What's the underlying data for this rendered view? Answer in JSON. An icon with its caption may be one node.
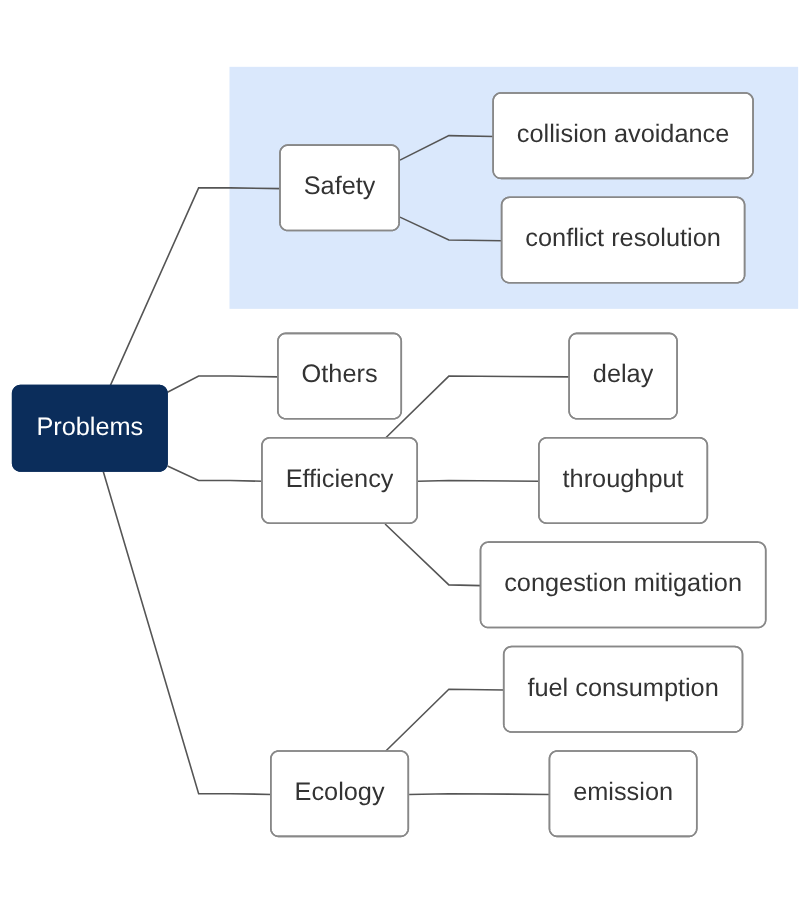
{
  "diagram": {
    "nodes": [
      {
        "text": [
          "Problems"
        ]
      },
      {
        "text": [
          "Efficiency"
        ]
      },
      {
        "text": [
          "delay"
        ]
      },
      {
        "text": [
          "throughput"
        ]
      },
      {
        "text": [
          "congestion mitigation"
        ]
      },
      {
        "text": [],
        "shape": "band"
      },
      {
        "text": [
          "Safety"
        ],
        "in": 5
      },
      {
        "text": [
          "collision avoidance"
        ],
        "in": 5
      },
      {
        "text": [
          "conflict resolution"
        ],
        "in": 5
      },
      {
        "text": [
          "Ecology"
        ]
      },
      {
        "text": [
          "fuel consumption"
        ]
      },
      {
        "text": [
          "emission"
        ]
      },
      {
        "text": [
          "Others"
        ]
      }
    ],
    "edges": [
      {
        "from": 0,
        "to": 1,
        "arrow": "none"
      },
      {
        "from": 0,
        "to": 6,
        "arrow": "none"
      },
      {
        "from": 0,
        "to": 9,
        "arrow": "none"
      },
      {
        "from": 0,
        "to": 12,
        "arrow": "none"
      },
      {
        "from": 1,
        "to": 2,
        "arrow": "none"
      },
      {
        "from": 1,
        "to": 3,
        "arrow": "none"
      },
      {
        "from": 1,
        "to": 4,
        "arrow": "none"
      },
      {
        "from": 6,
        "to": 7,
        "arrow": "none"
      },
      {
        "from": 6,
        "to": 8,
        "arrow": "none"
      },
      {
        "from": 9,
        "to": 10,
        "arrow": "none"
      },
      {
        "from": 9,
        "to": 11,
        "arrow": "none"
      }
    ]
  }
}
